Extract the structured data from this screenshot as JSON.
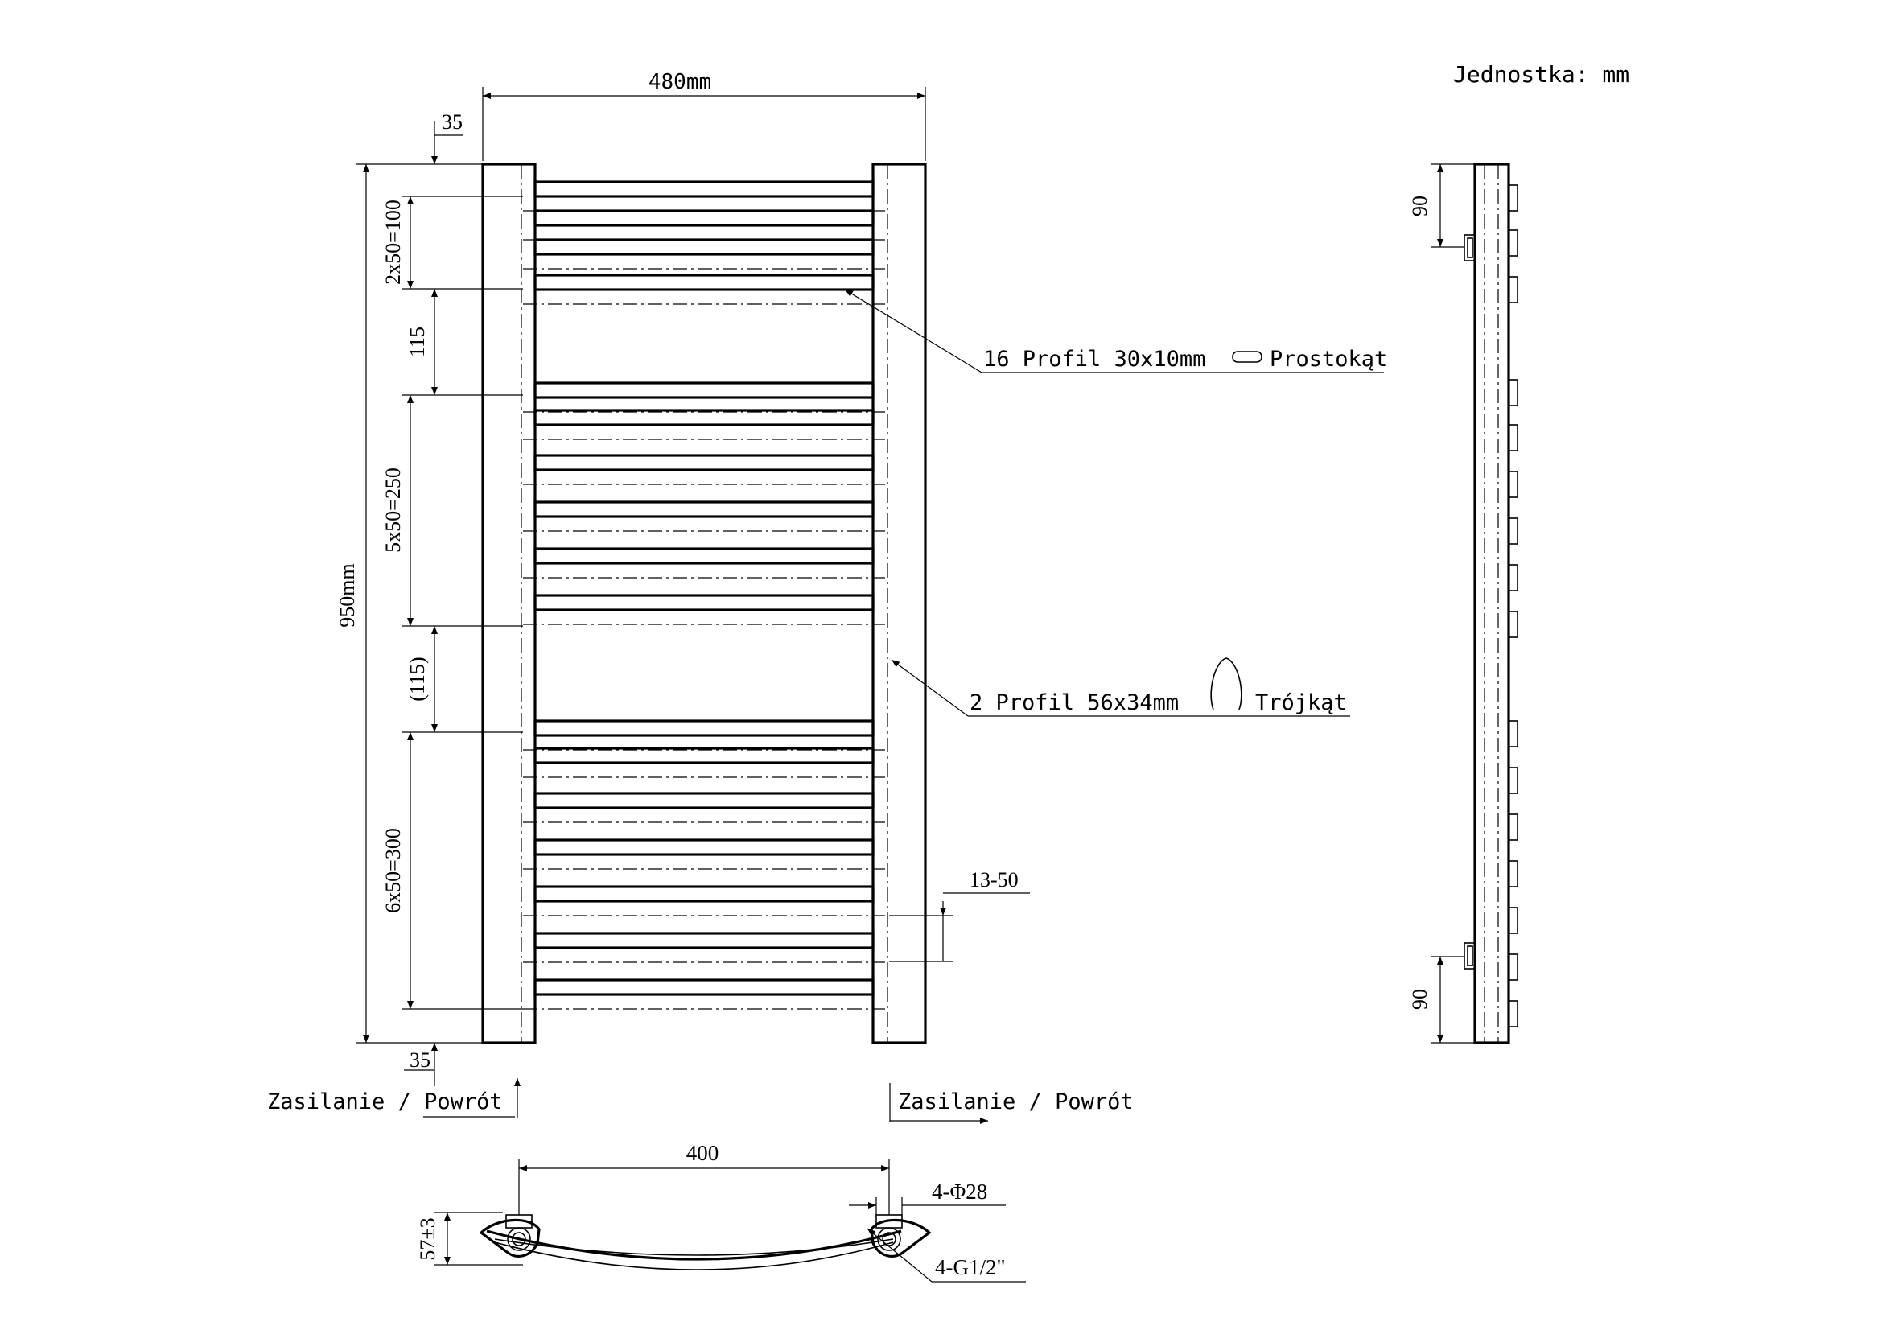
{
  "unit_note": "Jednostka: mm",
  "front_view": {
    "width_label": "480mm",
    "height_label": "950mm",
    "top_offset": "35",
    "bottom_offset": "35",
    "segments": [
      "2x50=100",
      "115",
      "5x50=250",
      "(115)",
      "6x50=300"
    ],
    "connection_range": "13-50"
  },
  "callouts": {
    "tube_count_label": "16 Profil 30x10mm",
    "tube_shape": "Prostokąt",
    "collector_count_label": "2 Profil 56x34mm",
    "collector_shape": "Trójkąt"
  },
  "connections": {
    "left": "Zasilanie / Powrót",
    "right": "Zasilanie / Powrót"
  },
  "bottom_view": {
    "axis_spacing": "400",
    "depth": "57±3",
    "pipe_diameter": "4-Φ28",
    "thread": "4-G1/2\""
  },
  "side_view": {
    "top_bracket": "90",
    "bottom_bracket": "90"
  }
}
